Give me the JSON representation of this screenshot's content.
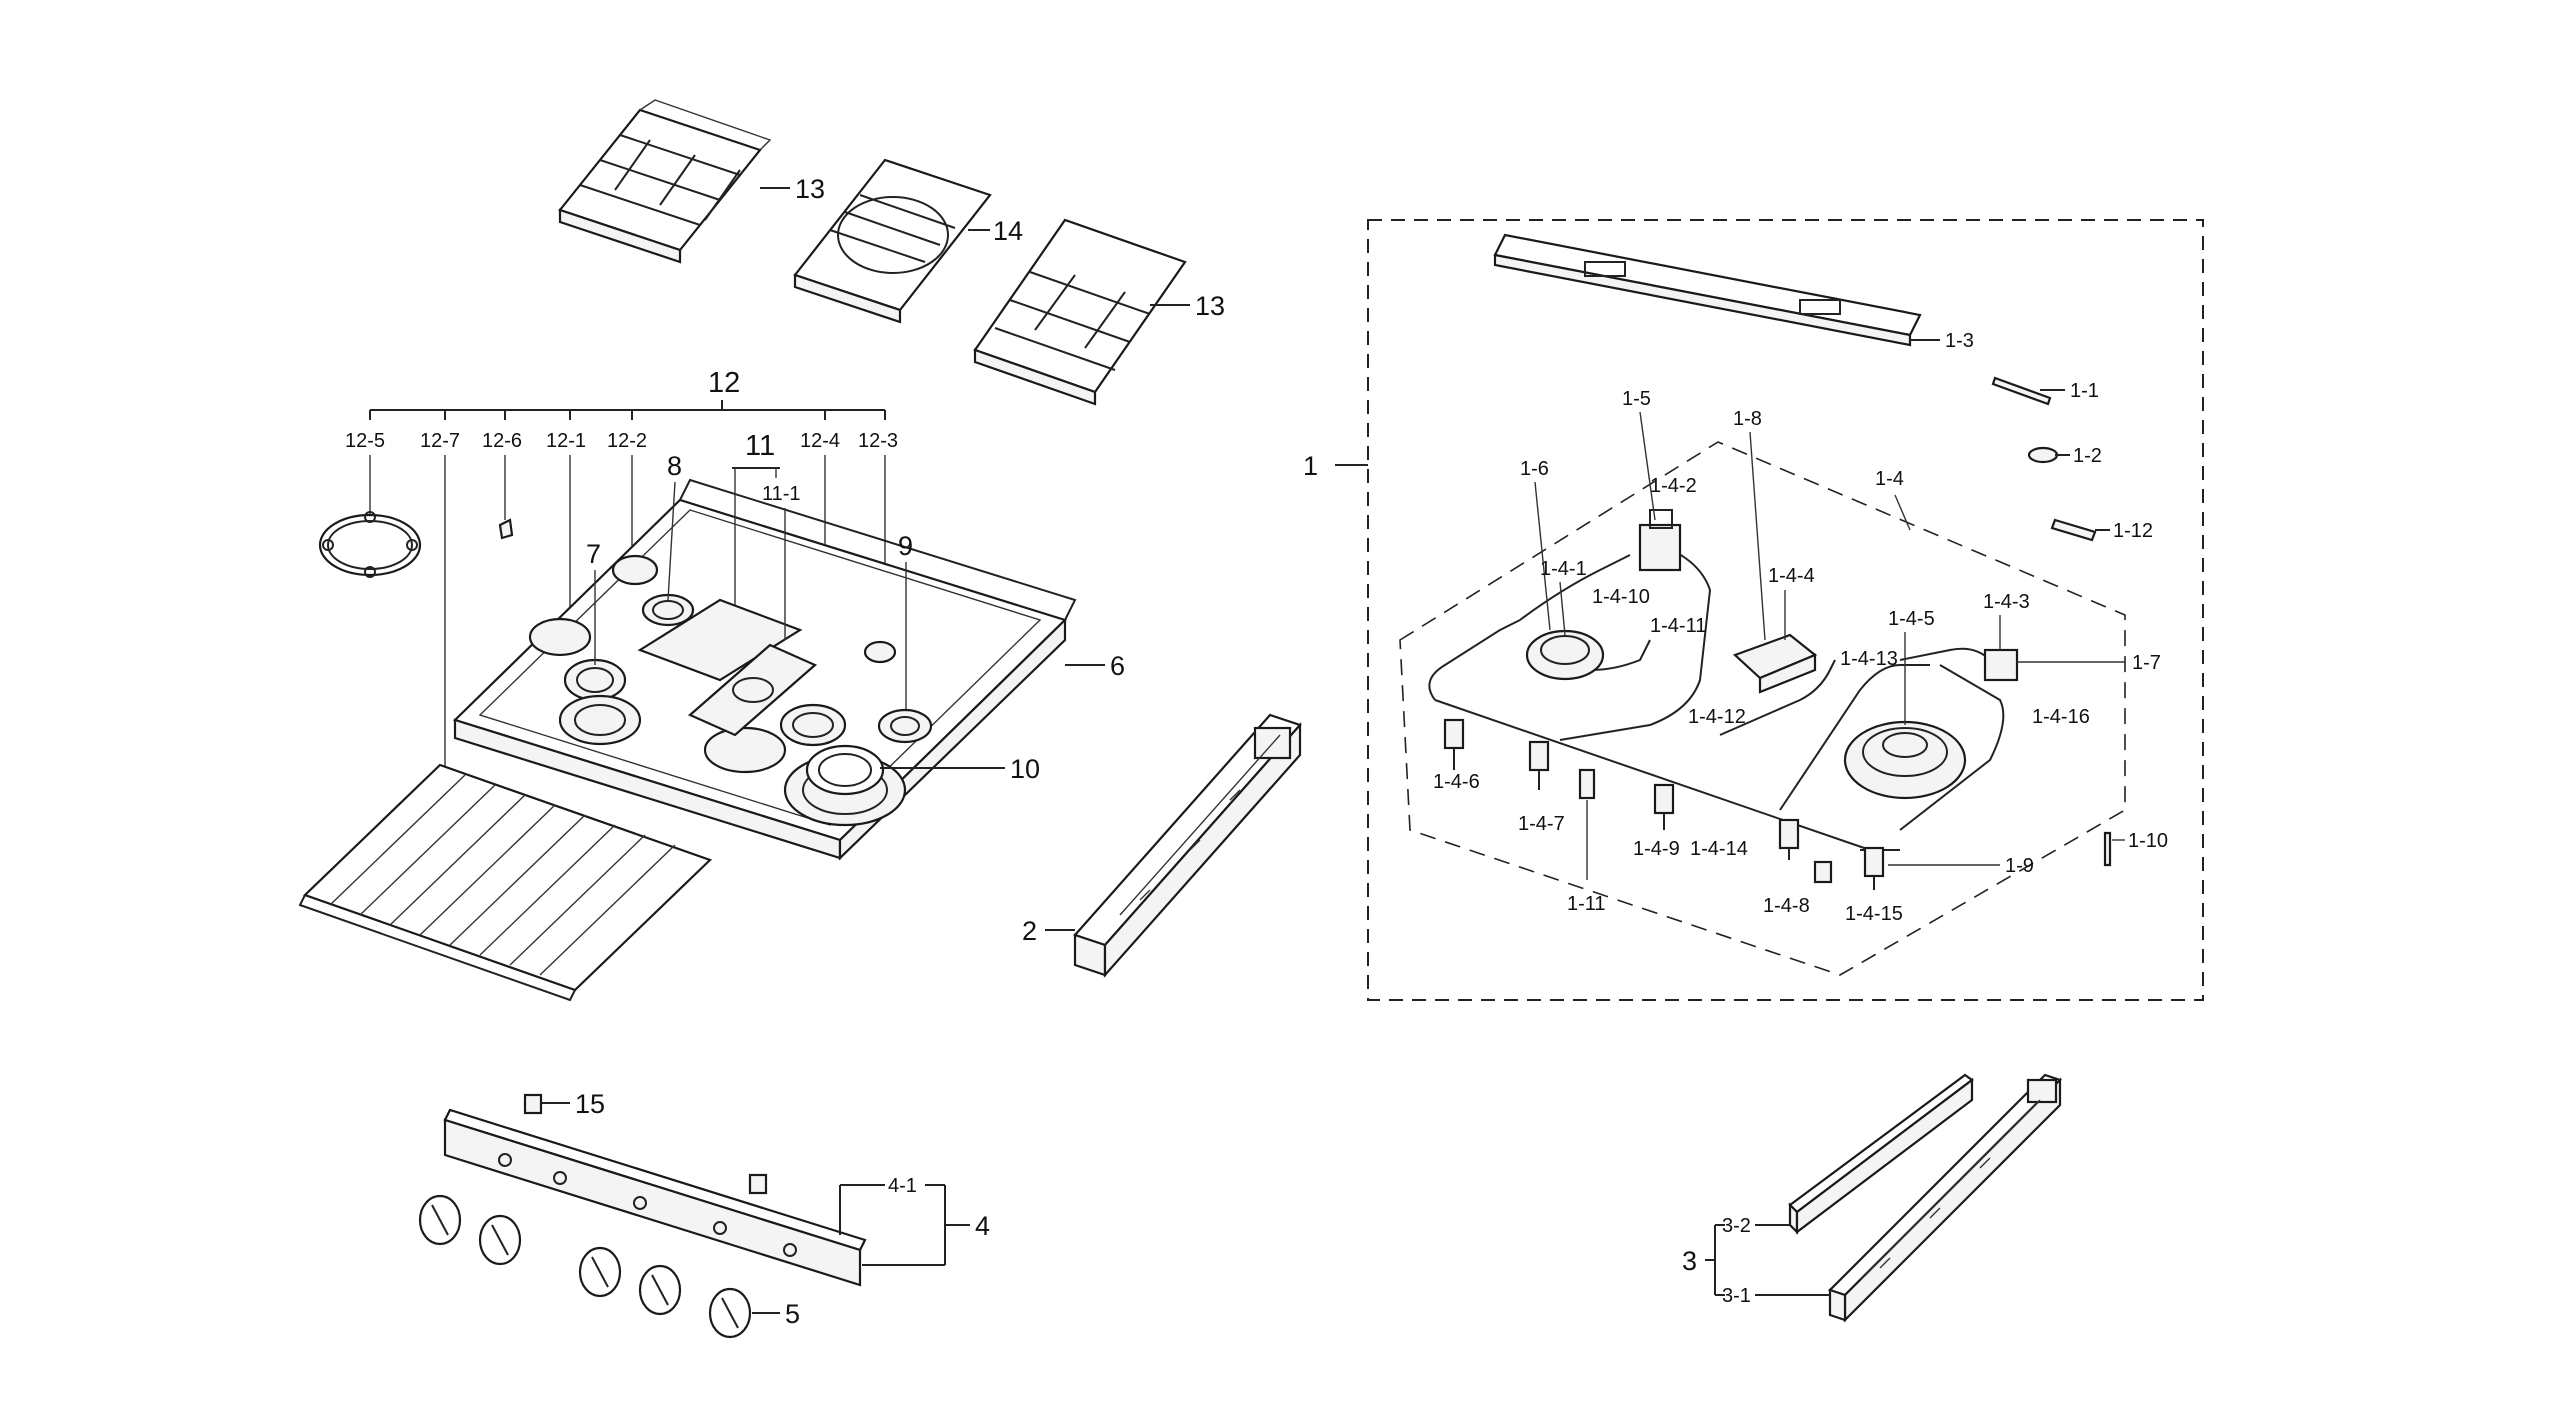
{
  "labels": {
    "l13a": "13",
    "l14": "14",
    "l13b": "13",
    "l12": "12",
    "l12_5": "12-5",
    "l12_7": "12-7",
    "l12_6": "12-6",
    "l12_1": "12-1",
    "l12_2": "12-2",
    "l12_4": "12-4",
    "l12_3": "12-3",
    "l11": "11",
    "l11_1": "11-1",
    "l8": "8",
    "l7": "7",
    "l9": "9",
    "l6": "6",
    "l10": "10",
    "l2": "2",
    "l15": "15",
    "l4_1": "4-1",
    "l4": "4",
    "l5": "5",
    "l1": "1",
    "l1_3": "1-3",
    "l1_1": "1-1",
    "l1_2": "1-2",
    "l1_12": "1-12",
    "l1_5": "1-5",
    "l1_8": "1-8",
    "l1_4": "1-4",
    "l1_6": "1-6",
    "l1_4_2": "1-4-2",
    "l1_4_1": "1-4-1",
    "l1_4_10": "1-4-10",
    "l1_4_11": "1-4-11",
    "l1_4_4": "1-4-4",
    "l1_4_5": "1-4-5",
    "l1_4_3": "1-4-3",
    "l1_4_13": "1-4-13",
    "l1_7": "1-7",
    "l1_4_16": "1-4-16",
    "l1_4_12": "1-4-12",
    "l1_4_6": "1-4-6",
    "l1_4_7": "1-4-7",
    "l1_4_9": "1-4-9",
    "l1_4_14": "1-4-14",
    "l1_4_8": "1-4-8",
    "l1_4_15": "1-4-15",
    "l1_9": "1-9",
    "l1_10": "1-10",
    "l1_11": "1-11",
    "l3": "3",
    "l3_2": "3-2",
    "l3_1": "3-1"
  }
}
